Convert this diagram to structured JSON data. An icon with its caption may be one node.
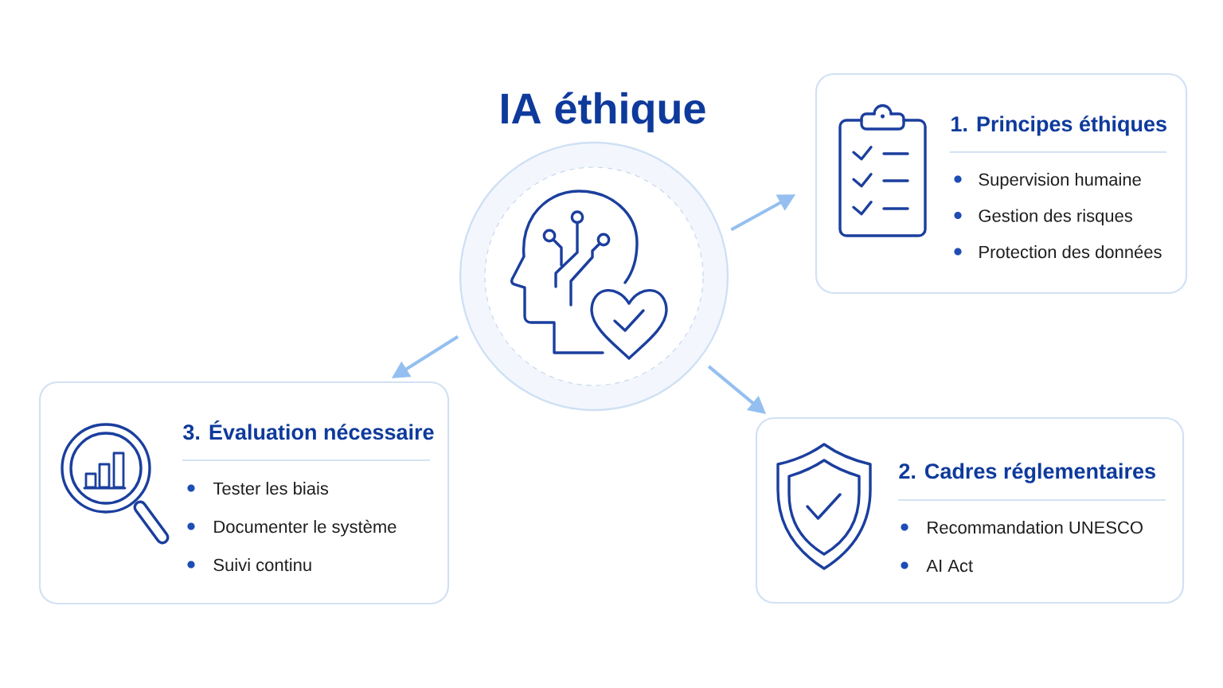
{
  "diagram": {
    "title": "IA éthique",
    "nodes": [
      {
        "text": [],
        "shape": "circle"
      },
      {
        "text": [
          "1. Principes éthiques",
          "Supervision humaine",
          "Gestion des risques",
          "Protection des données"
        ]
      },
      {
        "text": [
          "2. Cadres réglementaires",
          "Recommandation UNESCO",
          "AI Act"
        ]
      },
      {
        "text": [
          "3. Évaluation nécessaire",
          "Tester les biais",
          "Documenter le système",
          "Suivi continu"
        ]
      }
    ],
    "edges": [
      {
        "from": 0,
        "to": 1,
        "arrow": "to"
      },
      {
        "from": 0,
        "to": 2,
        "arrow": "to"
      },
      {
        "from": 0,
        "to": 3,
        "arrow": "to"
      }
    ]
  }
}
